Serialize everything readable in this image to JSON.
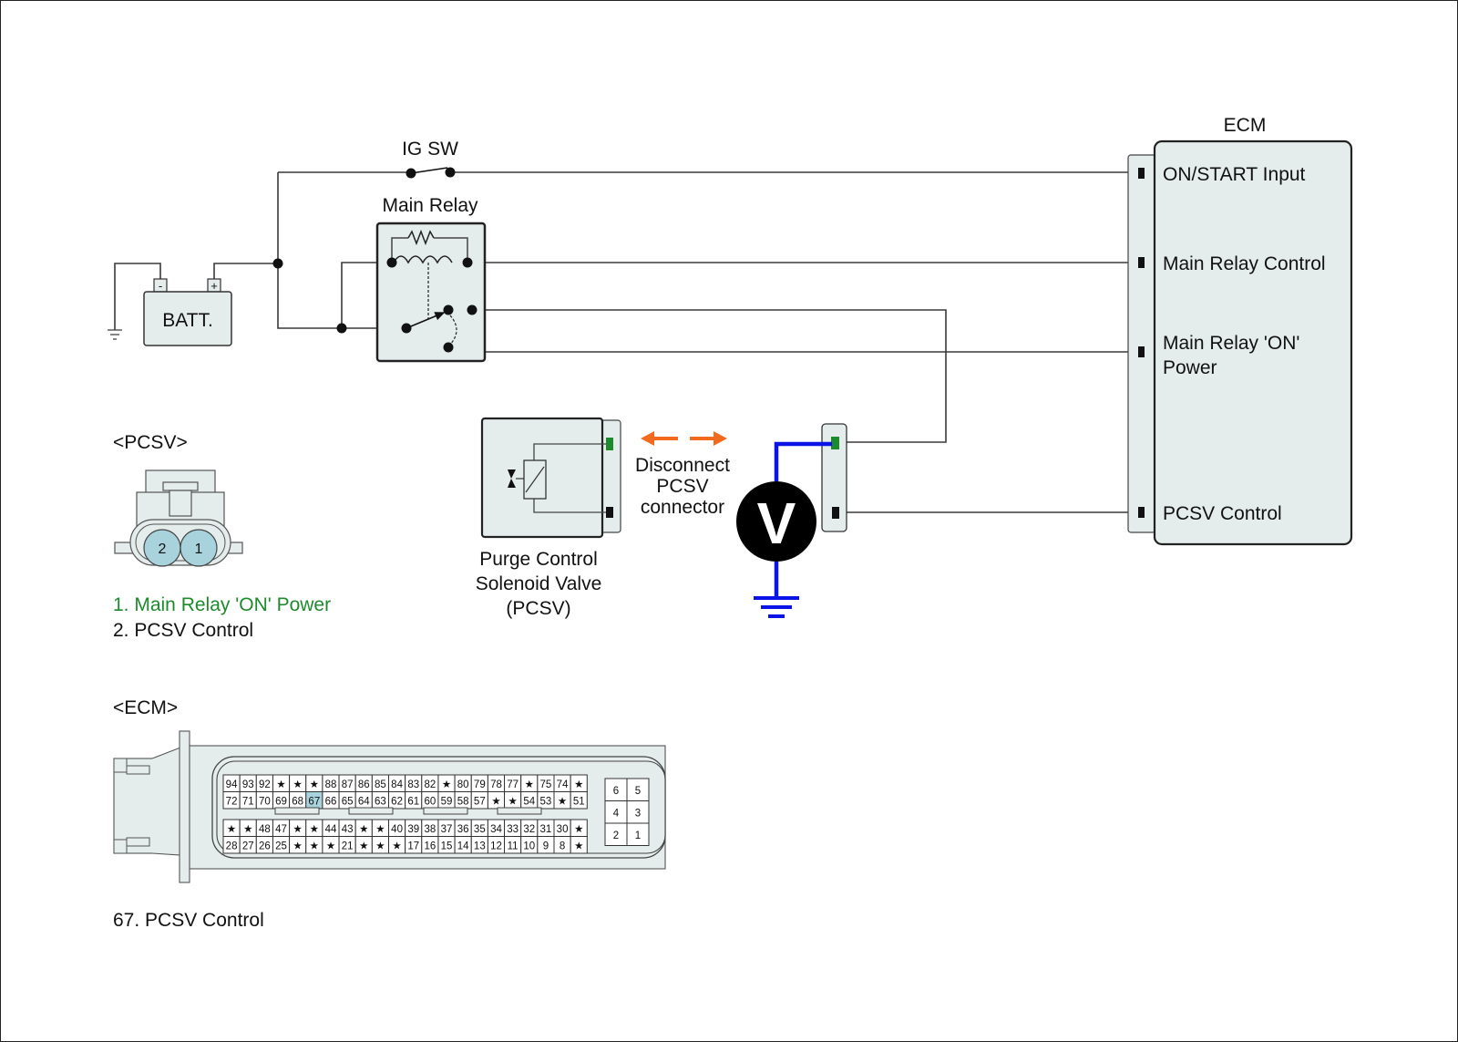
{
  "colors": {
    "wire": "#3a3a3a",
    "component_fill": "#e4ecec",
    "pin_green": "#1e8a2e",
    "probe_blue": "#0a14e6",
    "arrow_orange": "#f26a1e",
    "highlight_pin": "#a9d3dc",
    "legend_green": "#1e8a2e"
  },
  "labels": {
    "ig_sw": "IG SW",
    "main_relay": "Main Relay",
    "battery": "BATT.",
    "batt_minus": "-",
    "batt_plus": "+",
    "ecm_title": "ECM",
    "voltmeter": "V",
    "disconnect": [
      "Disconnect",
      "PCSV",
      "connector"
    ],
    "pcsv_caption": [
      "Purge Control",
      "Solenoid Valve",
      "(PCSV)"
    ]
  },
  "ecm_pins": [
    {
      "lines": [
        "ON/START Input"
      ]
    },
    {
      "lines": [
        "Main Relay Control"
      ]
    },
    {
      "lines": [
        "Main Relay 'ON'",
        "Power"
      ]
    },
    {
      "lines": [
        "PCSV Control"
      ]
    }
  ],
  "pcsv_connector": {
    "title": "<PCSV>",
    "pins": [
      "2",
      "1"
    ],
    "legend": [
      {
        "text": "1. Main Relay 'ON' Power",
        "highlight": true
      },
      {
        "text": "2. PCSV Control",
        "highlight": false
      }
    ]
  },
  "ecm_connector": {
    "title": "<ECM>",
    "rows": [
      [
        "94",
        "93",
        "92",
        "★",
        "★",
        "★",
        "88",
        "87",
        "86",
        "85",
        "84",
        "83",
        "82",
        "★",
        "80",
        "79",
        "78",
        "77",
        "★",
        "75",
        "74",
        "★"
      ],
      [
        "72",
        "71",
        "70",
        "69",
        "68",
        "67",
        "66",
        "65",
        "64",
        "63",
        "62",
        "61",
        "60",
        "59",
        "58",
        "57",
        "★",
        "★",
        "54",
        "53",
        "★",
        "51"
      ],
      [
        "★",
        "★",
        "48",
        "47",
        "★",
        "★",
        "44",
        "43",
        "★",
        "★",
        "40",
        "39",
        "38",
        "37",
        "36",
        "35",
        "34",
        "33",
        "32",
        "31",
        "30",
        "★"
      ],
      [
        "28",
        "27",
        "26",
        "25",
        "★",
        "★",
        "★",
        "21",
        "★",
        "★",
        "★",
        "17",
        "16",
        "15",
        "14",
        "13",
        "12",
        "11",
        "10",
        "9",
        "8",
        "★"
      ]
    ],
    "highlighted_pin": "67",
    "side_block": [
      [
        "6",
        "5"
      ],
      [
        "4",
        "3"
      ],
      [
        "2",
        "1"
      ]
    ],
    "legend": "67. PCSV Control"
  }
}
